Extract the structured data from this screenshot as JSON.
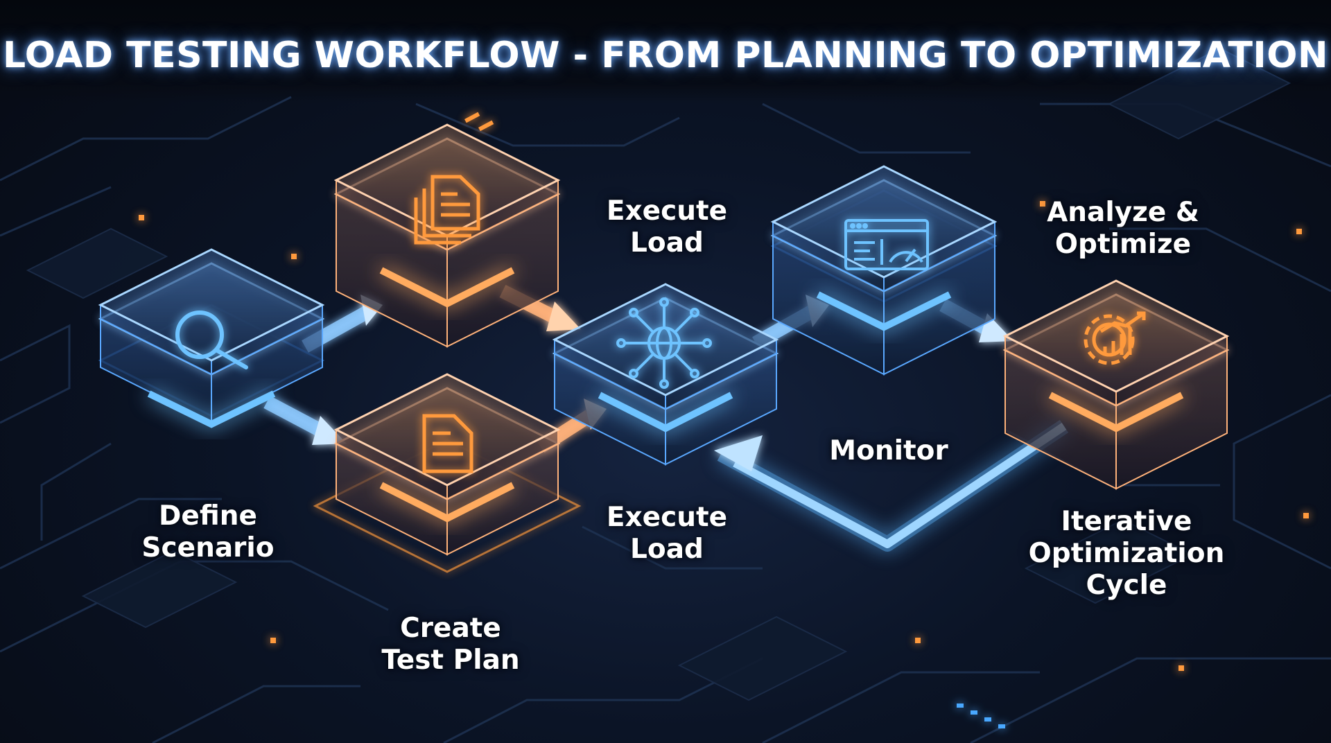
{
  "title": "LOAD TESTING WORKFLOW - FROM PLANNING TO OPTIMIZATION",
  "steps": {
    "define_scenario": {
      "line1": "Define",
      "line2": "Scenario",
      "icon": "magnifier-icon",
      "color": "#4aa8ff"
    },
    "create_test_plan": {
      "line1": "Create",
      "line2": "Test Plan",
      "icon": "document-icon",
      "color": "#ff9a3c"
    },
    "plan_document": {
      "icon": "stacked-documents-icon",
      "color": "#ff9a3c"
    },
    "execute_load_top": {
      "line1": "Execute",
      "line2": "Load"
    },
    "execute_load_bottom": {
      "line1": "Execute",
      "line2": "Load",
      "icon": "network-globe-icon",
      "color": "#4aa8ff"
    },
    "monitor_block": {
      "icon": "dashboard-gauge-icon",
      "color": "#4aa8ff"
    },
    "monitor": {
      "label": "Monitor"
    },
    "analyze_optimize": {
      "line1": "Analyze &",
      "line2": "Optimize",
      "icon": "gear-chart-icon",
      "color": "#ff9a3c"
    },
    "iterative_cycle": {
      "line1": "Iterative",
      "line2": "Optimization",
      "line3": "Cycle"
    }
  },
  "colors": {
    "blue_glow": "#4aa8ff",
    "orange_glow": "#ff9a3c",
    "background": "#0b1426"
  }
}
